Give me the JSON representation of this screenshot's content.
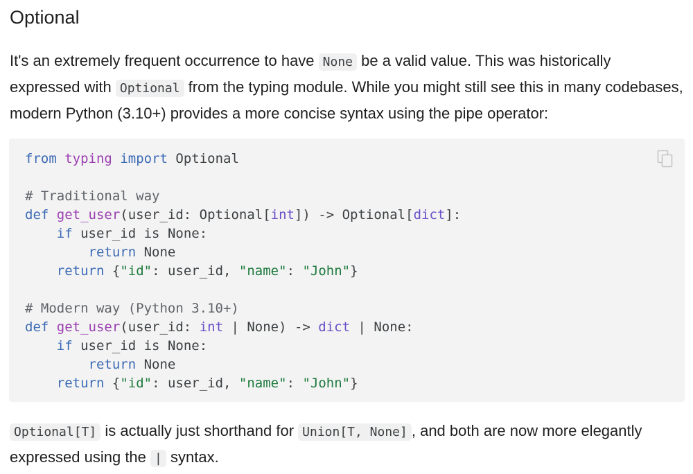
{
  "heading": "Optional",
  "intro": {
    "t1": "It's an extremely frequent occurrence to have ",
    "c1": "None",
    "t2": " be a valid value. This was historically expressed with ",
    "c2": "Optional",
    "t3": " from the typing module. While you might still see this in many codebases, modern Python (3.10+) provides a more concise syntax using the pipe operator:"
  },
  "code": {
    "l1": {
      "from": "from",
      "typing": "typing",
      "import": "import",
      "name": "Optional"
    },
    "comment1": "# Traditional way",
    "l3": {
      "def": "def",
      "fn": "get_user",
      "p1": "(user_id: Optional[",
      "t1": "int",
      "p2": "]) -> Optional[",
      "t2": "dict",
      "p3": "]:"
    },
    "l4": {
      "if": "if",
      "rest": "user_id is None:"
    },
    "l5": {
      "return": "return",
      "rest": "None"
    },
    "l6": {
      "return": "return",
      "b1": "{",
      "k1": "\"id\"",
      "m1": ": user_id, ",
      "k2": "\"name\"",
      "m2": ": ",
      "v2": "\"John\"",
      "b2": "}"
    },
    "comment2": "# Modern way (Python 3.10+)",
    "l9": {
      "def": "def",
      "fn": "get_user",
      "p1": "(user_id: ",
      "t1": "int",
      "p2": " | None) -> ",
      "t2": "dict",
      "p3": " | None:"
    },
    "l10": {
      "if": "if",
      "rest": "user_id is None:"
    },
    "l11": {
      "return": "return",
      "rest": "None"
    },
    "l12": {
      "return": "return",
      "b1": "{",
      "k1": "\"id\"",
      "m1": ": user_id, ",
      "k2": "\"name\"",
      "m2": ": ",
      "v2": "\"John\"",
      "b2": "}"
    }
  },
  "copy_icon": "copy-icon",
  "outro": {
    "c1": "Optional[T]",
    "t1": " is actually just shorthand for ",
    "c2": "Union[T, None]",
    "t2": ", and both are now more elegantly expressed using the ",
    "c3": "|",
    "t3": " syntax."
  },
  "colors": {
    "keyword": "#3b6ab5",
    "function": "#9b3fb0",
    "string": "#1c7a3c",
    "type": "#6a4fc8",
    "code_bg": "#f3f3f3"
  }
}
